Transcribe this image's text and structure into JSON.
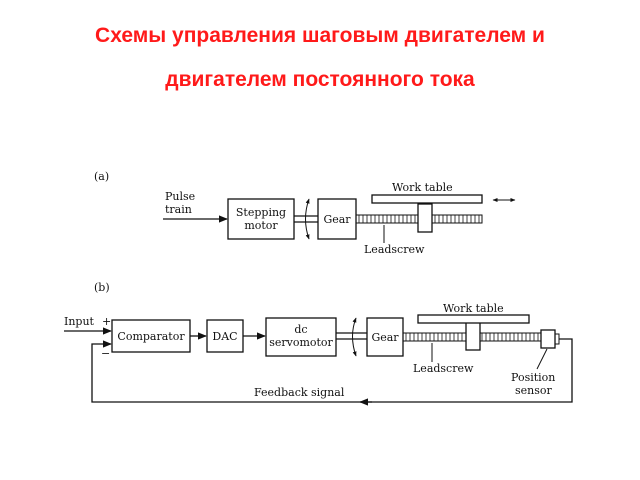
{
  "title": {
    "line1": "Схемы управления шаговым двигателем и",
    "line2": "двигателем постоянного тока"
  },
  "diagram_a": {
    "label": "(a)",
    "input": [
      "Pulse",
      "train"
    ],
    "motor": [
      "Stepping",
      "motor"
    ],
    "gear": "Gear",
    "work_table": "Work table",
    "leadscrew": "Leadscrew"
  },
  "diagram_b": {
    "label": "(b)",
    "input": "Input",
    "plus": "+",
    "minus": "−",
    "comparator": "Comparator",
    "dac": "DAC",
    "motor": [
      "dc",
      "servomotor"
    ],
    "gear": "Gear",
    "work_table": "Work table",
    "leadscrew": "Leadscrew",
    "sensor": [
      "Position",
      "sensor"
    ],
    "feedback": "Feedback signal"
  }
}
